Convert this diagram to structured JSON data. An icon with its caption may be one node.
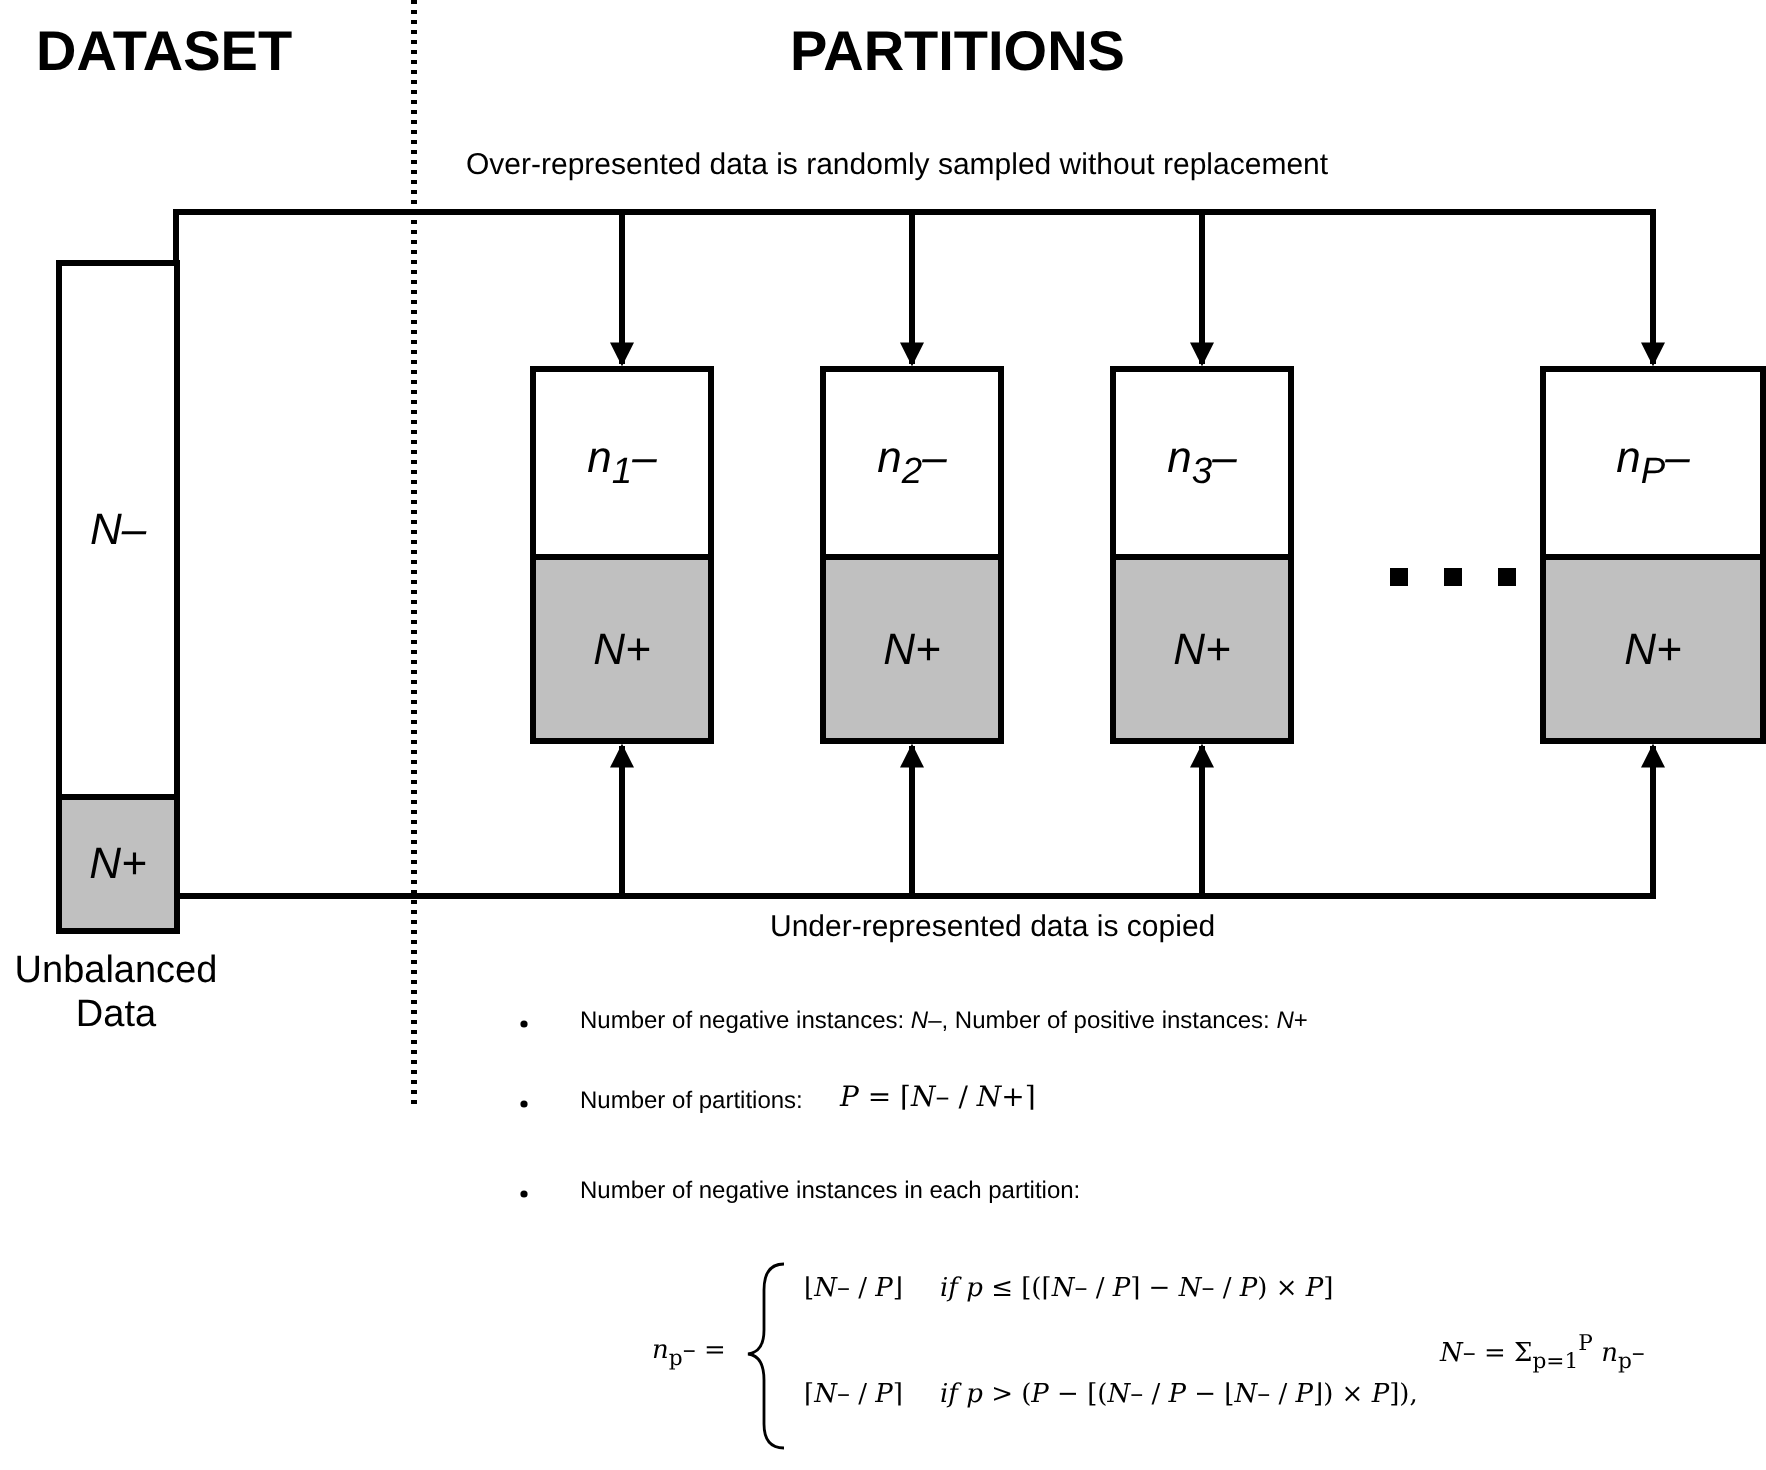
{
  "diagram": {
    "nodes": [
      {
        "text": [
          "N–"
        ]
      },
      {
        "text": [
          "N+"
        ]
      },
      {
        "text": [
          "n$_{1}$–"
        ]
      },
      {
        "text": [
          "N+"
        ]
      },
      {
        "text": [
          "n$_{2}$–"
        ]
      },
      {
        "text": [
          "N+"
        ]
      },
      {
        "text": [
          "n$_{3}$–"
        ]
      },
      {
        "text": [
          "N+"
        ]
      },
      {
        "text": [
          "n$_{P}$–"
        ]
      },
      {
        "text": [
          "N+"
        ]
      }
    ],
    "edges": [
      {
        "from": 0,
        "to": 2,
        "arrow": "to"
      },
      {
        "from": 0,
        "to": 4,
        "arrow": "to"
      },
      {
        "from": 0,
        "to": 6,
        "arrow": "to"
      },
      {
        "from": 0,
        "to": 8,
        "arrow": "to"
      },
      {
        "from": 1,
        "to": 3,
        "arrow": "to"
      },
      {
        "from": 1,
        "to": 5,
        "arrow": "to"
      },
      {
        "from": 1,
        "to": 7,
        "arrow": "to"
      },
      {
        "from": 1,
        "to": 9,
        "arrow": "to"
      }
    ],
    "labels": [
      "DATASET",
      "PARTITIONS",
      "Over-represented data is randomly sampled without replacement",
      "Under-represented data is copied",
      "Unbalanced Data",
      "Number of negative instances: *N*–, Number of positive instances: *N*+",
      "Number of partitions:",
      "*P* = ⌈*N*– / *N*+⌉",
      "Number of negative instances in each partition:",
      "*n*$_{p}$– =",
      "⌊*N*– / *P*⌋",
      "*if p* ≤ [(⌈*N*– / *P*⌉ − *N*– / *P*) × *P*]",
      "⌈*N*– / *P*⌉",
      "*if p* > (*P* − [(*N*– / *P* − ⌊*N*– / *P*⌋) × *P*]),",
      "*N*– = Σ$_{p=1}$$^{P}$ *n*$_{p}$–"
    ]
  }
}
